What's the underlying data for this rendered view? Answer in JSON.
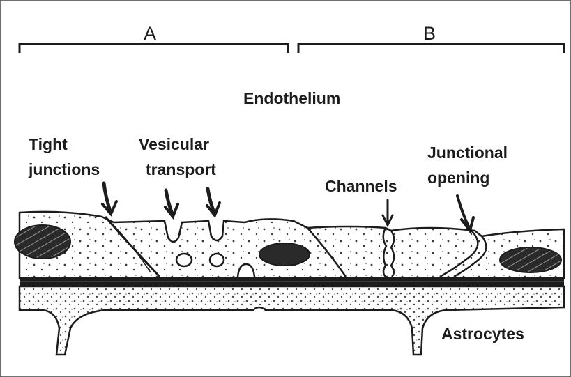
{
  "sections": {
    "a": "A",
    "b": "B"
  },
  "labels": {
    "endothelium": "Endothelium",
    "tight_line1": "Tight",
    "tight_line2": "junctions",
    "vesicular_line1": "Vesicular",
    "vesicular_line2": "transport",
    "channels": "Channels",
    "junctional_line1": "Junctional",
    "junctional_line2": "opening",
    "astrocytes": "Astrocytes"
  },
  "colors": {
    "ink": "#1c1c1c",
    "stipple": "#5a5a5a",
    "frame": "#6f6f6f"
  }
}
